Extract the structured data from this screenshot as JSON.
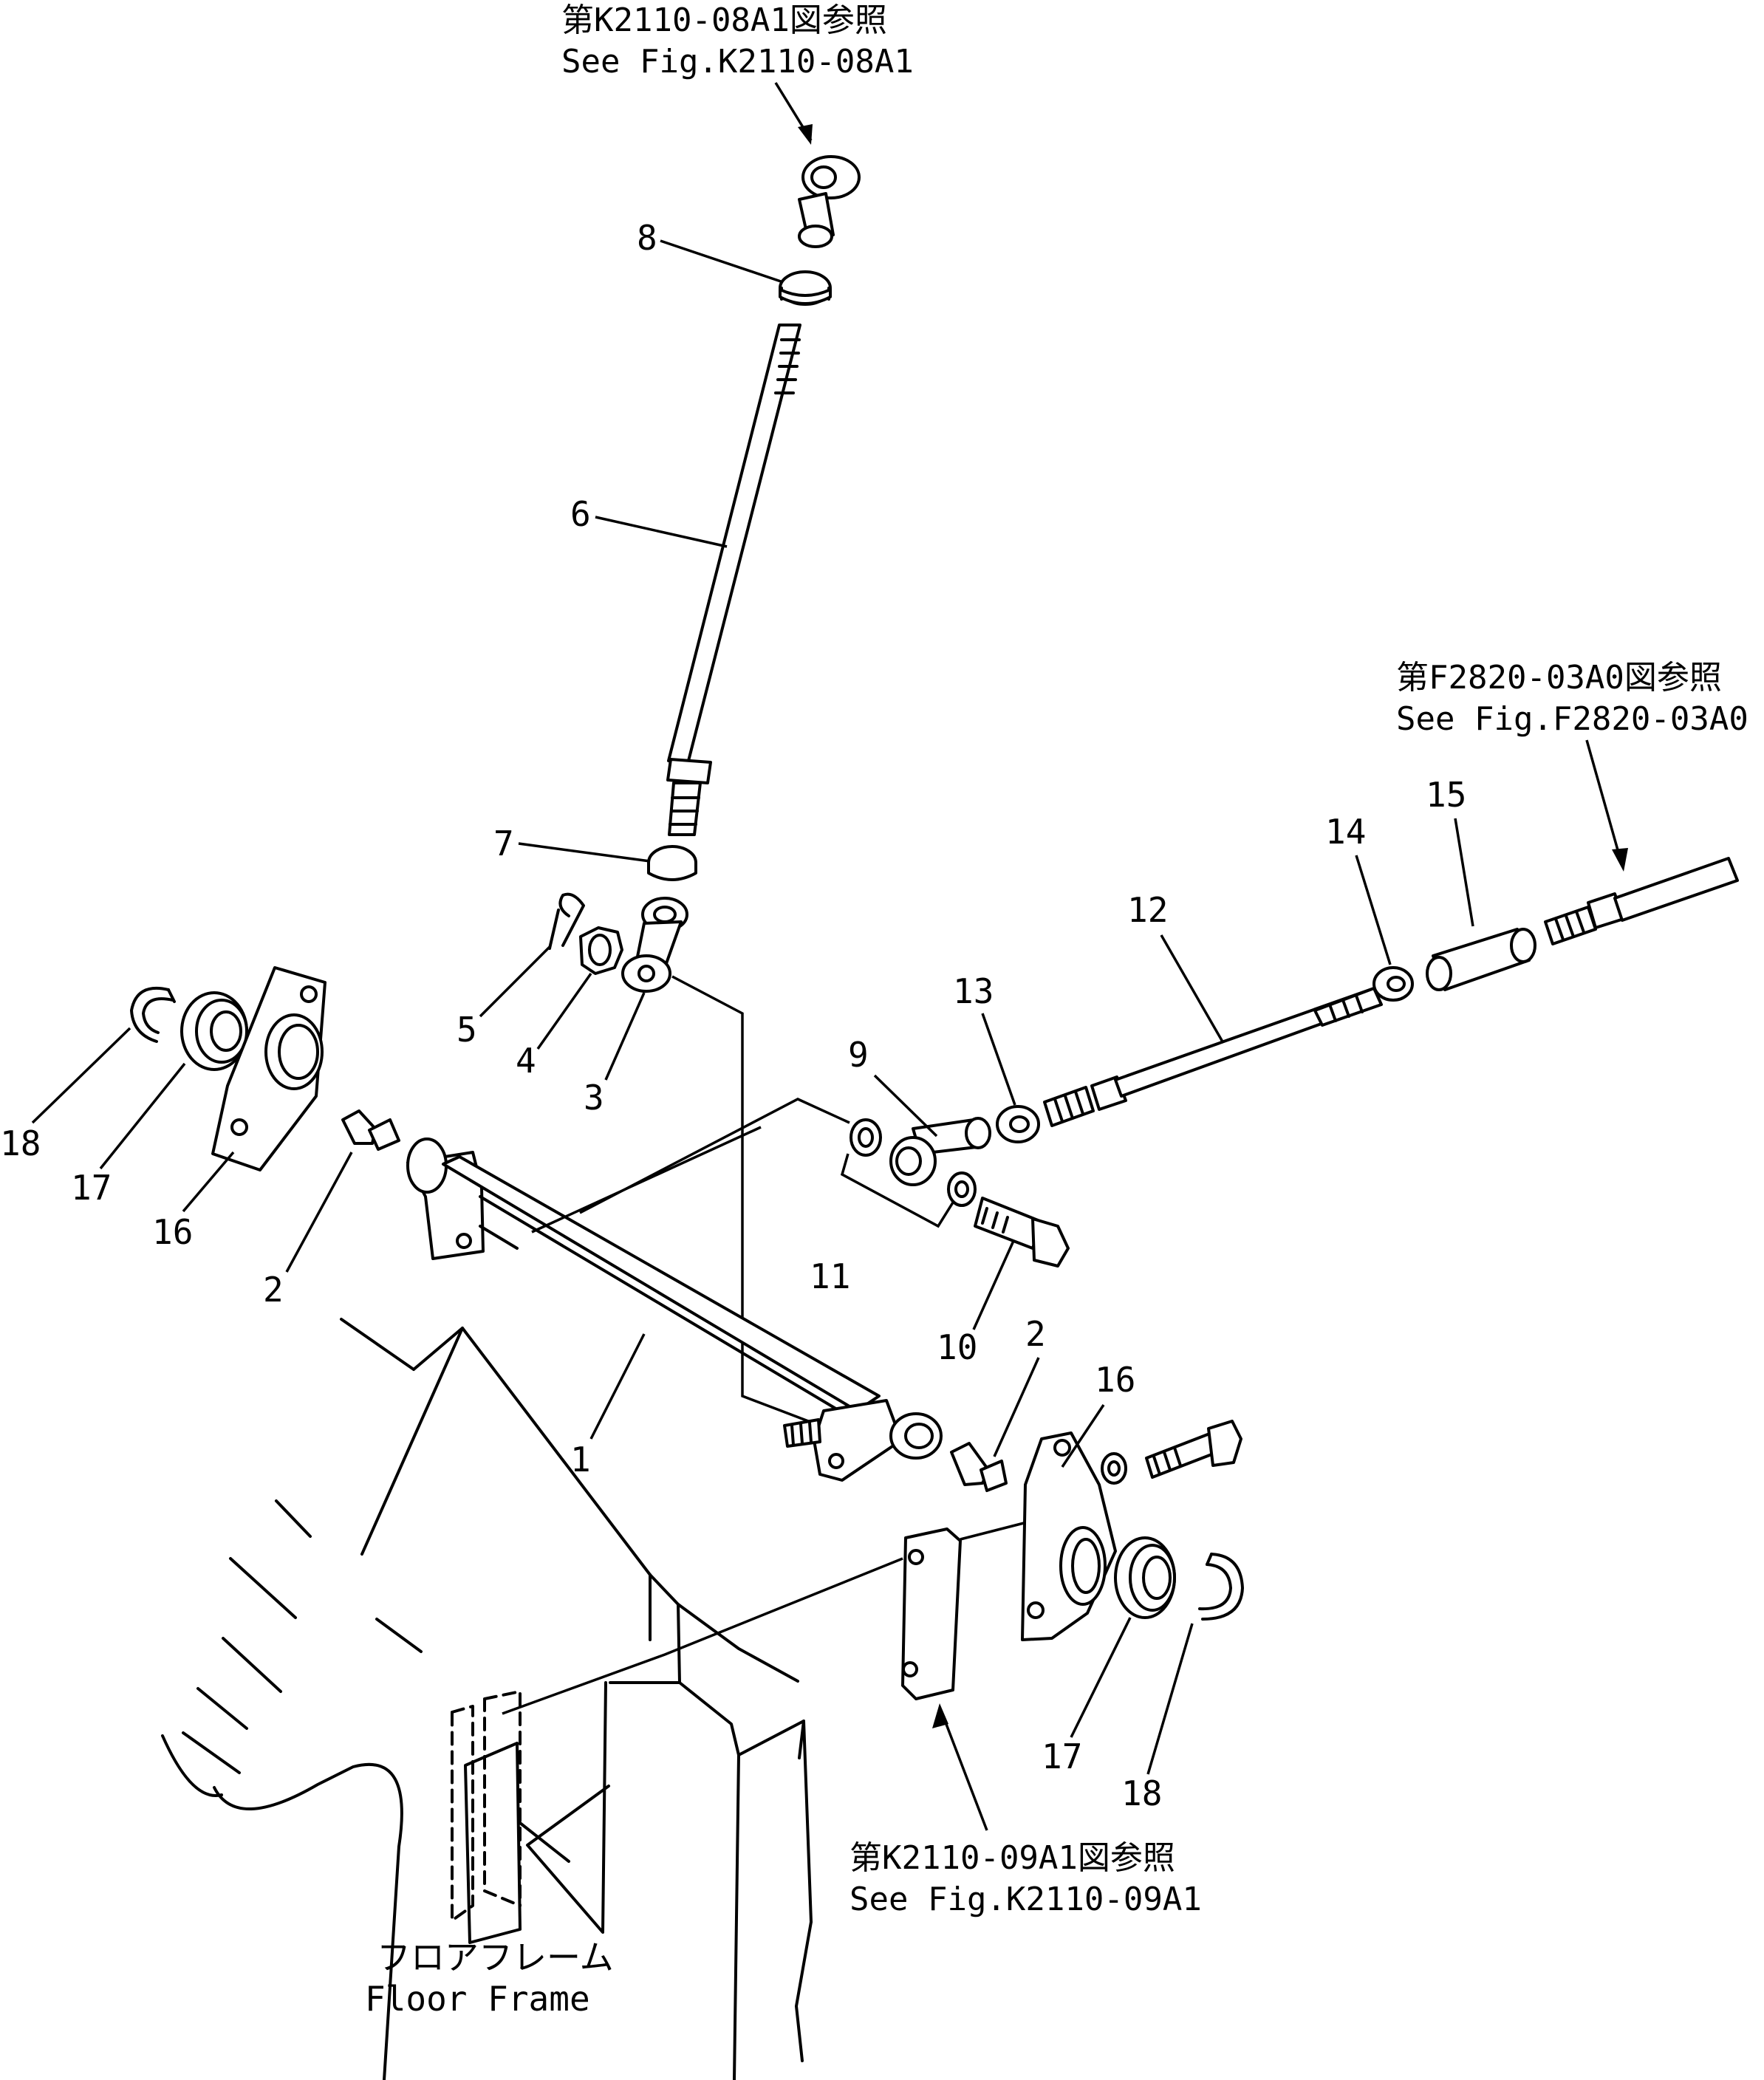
{
  "references": {
    "top": {
      "jp": "第K2110-08A1図参照",
      "en": "See Fig.K2110-08A1"
    },
    "right": {
      "jp": "第F2820-03A0図参照",
      "en": "See Fig.F2820-03A0"
    },
    "bottom": {
      "jp": "第K2110-09A1図参照",
      "en": "See Fig.K2110-09A1"
    }
  },
  "floor_frame": {
    "jp": "フロアフレーム",
    "en": "Floor Frame"
  },
  "part_numbers": {
    "p1": "1",
    "p2a": "2",
    "p2b": "2",
    "p3": "3",
    "p4": "4",
    "p5": "5",
    "p6": "6",
    "p7": "7",
    "p8": "8",
    "p9": "9",
    "p10": "10",
    "p11": "11",
    "p12": "12",
    "p13": "13",
    "p14": "14",
    "p15": "15",
    "p16a": "16",
    "p16b": "16",
    "p17a": "17",
    "p17b": "17",
    "p18a": "18",
    "p18b": "18"
  }
}
